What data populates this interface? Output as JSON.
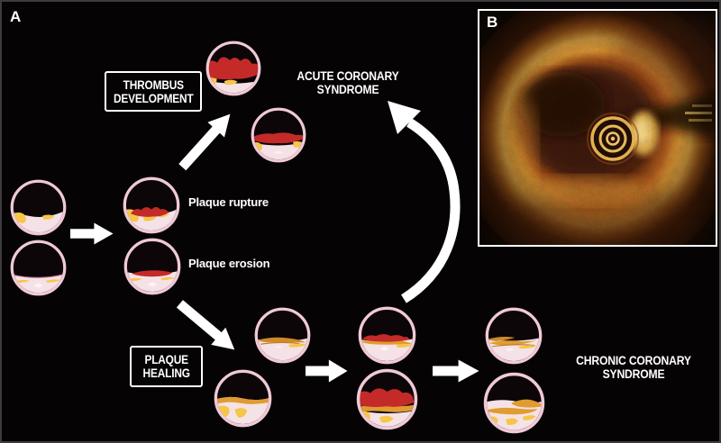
{
  "panels": {
    "a_label": "A",
    "b_label": "B"
  },
  "boxes": {
    "thrombus_development": {
      "line1": "THROMBUS",
      "line2": "DEVELOPMENT"
    },
    "plaque_healing": {
      "line1": "PLAQUE",
      "line2": "HEALING"
    }
  },
  "labels": {
    "plaque_rupture": "Plaque rupture",
    "plaque_erosion": "Plaque erosion"
  },
  "outcomes": {
    "acute_line1": "ACUTE CORONARY",
    "acute_line2": "SYNDROME",
    "chronic_line1": "CHRONIC CORONARY",
    "chronic_line2": "SYNDROME"
  },
  "colors": {
    "background": "#060304",
    "vessel_wall": "#f0c9d6",
    "plaque": "#f5e2e6",
    "lipid_yellow": "#f6c64a",
    "healed_orange": "#e09b31",
    "healed_orange_dark": "#d08a28",
    "thrombus_red": "#c42a28",
    "text": "#ffffff",
    "oct_bright": "#daa04b"
  }
}
